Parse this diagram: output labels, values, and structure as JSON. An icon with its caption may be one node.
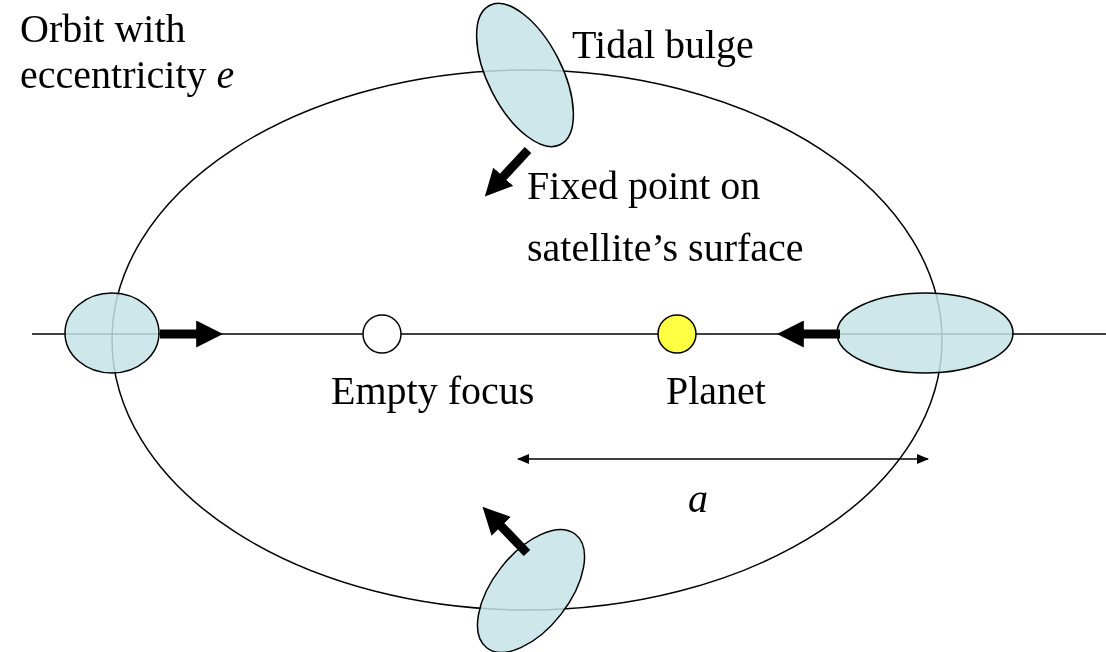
{
  "diagram": {
    "labels": [
      "Orbit with eccentricity *e*",
      "Tidal bulge",
      "Fixed point on satellite’s surface",
      "Empty focus",
      "Planet",
      "a"
    ]
  }
}
